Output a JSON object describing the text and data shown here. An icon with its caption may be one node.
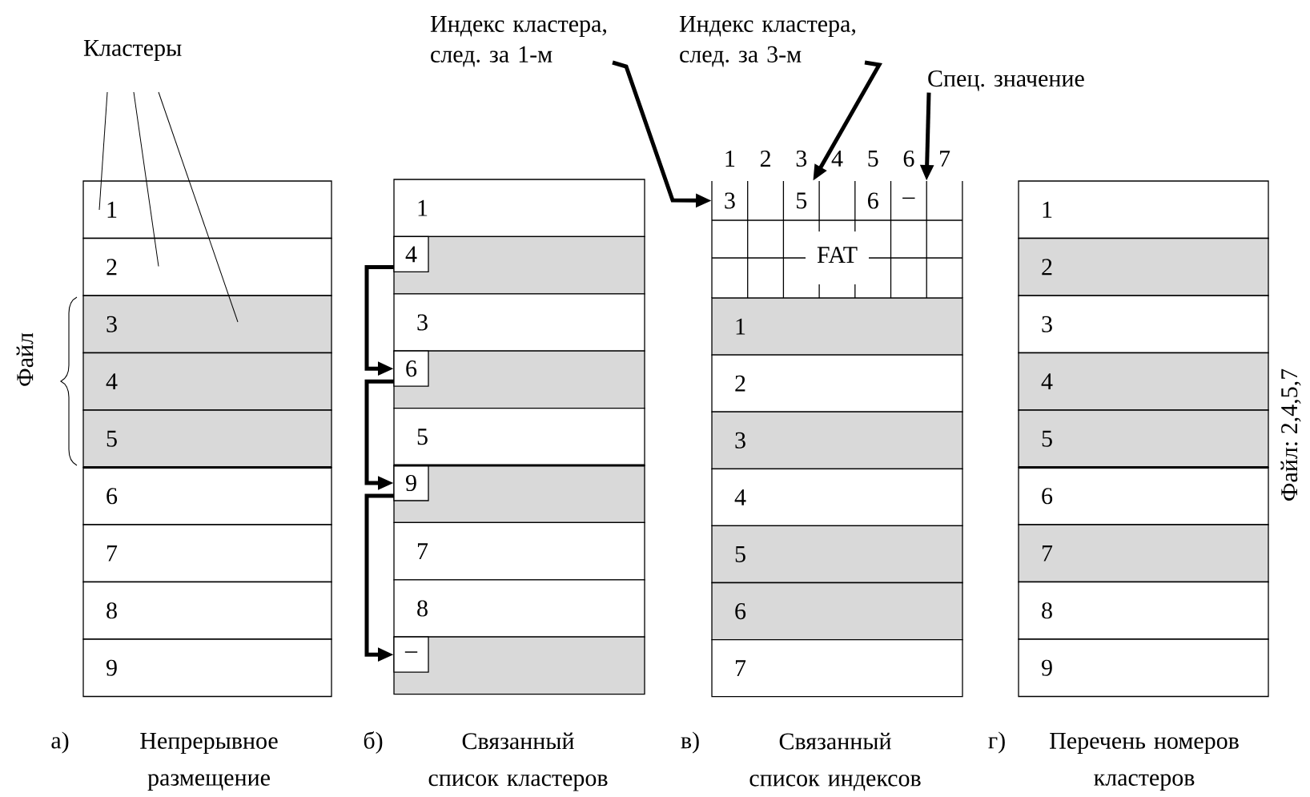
{
  "diagram": {
    "nodes": [
      {
        "text": [
          "Кластеры"
        ]
      },
      {
        "text": [
          "Индекс кластера, след. за 1-м"
        ]
      },
      {
        "text": [
          "Индекс кластера, след. за 3-м"
        ]
      },
      {
        "text": [
          "Спец. значение"
        ]
      },
      {
        "text": [
          "1"
        ]
      },
      {
        "text": [
          "2"
        ]
      },
      {
        "text": [
          "3"
        ]
      },
      {
        "text": [
          "4"
        ]
      },
      {
        "text": [
          "5"
        ]
      },
      {
        "text": [
          "6"
        ]
      },
      {
        "text": [
          "7"
        ]
      },
      {
        "text": [
          "8"
        ]
      },
      {
        "text": [
          "9"
        ]
      },
      {
        "text": [
          "1"
        ]
      },
      {
        "text": [],
        "shape": "box"
      },
      {
        "text": [
          "4"
        ],
        "in": 14
      },
      {
        "text": [
          "3"
        ]
      },
      {
        "text": [],
        "shape": "box"
      },
      {
        "text": [
          "6"
        ],
        "in": 17
      },
      {
        "text": [
          "5"
        ]
      },
      {
        "text": [],
        "shape": "box"
      },
      {
        "text": [
          "9"
        ],
        "in": 20
      },
      {
        "text": [
          "7"
        ]
      },
      {
        "text": [
          "8"
        ]
      },
      {
        "text": [],
        "shape": "box"
      },
      {
        "text": [
          "–"
        ],
        "in": 24
      },
      {
        "text": [
          "FAT"
        ]
      },
      {
        "text": [
          "3"
        ],
        "in": 26
      },
      {
        "text": [
          "5"
        ],
        "in": 26
      },
      {
        "text": [
          "6"
        ],
        "in": 26
      },
      {
        "text": [
          "–"
        ],
        "in": 26
      },
      {
        "text": [
          "1"
        ]
      },
      {
        "text": [
          "2"
        ]
      },
      {
        "text": [
          "3"
        ]
      },
      {
        "text": [
          "4"
        ]
      },
      {
        "text": [
          "5"
        ]
      },
      {
        "text": [
          "6"
        ]
      },
      {
        "text": [
          "7"
        ]
      },
      {
        "text": [
          "1"
        ]
      },
      {
        "text": [
          "2"
        ]
      },
      {
        "text": [
          "3"
        ]
      },
      {
        "text": [
          "4"
        ]
      },
      {
        "text": [
          "5"
        ]
      },
      {
        "text": [
          "6"
        ]
      },
      {
        "text": [
          "7"
        ]
      },
      {
        "text": [
          "8"
        ]
      },
      {
        "text": [
          "9"
        ]
      }
    ],
    "edges": [
      {
        "from": 0,
        "to": 4,
        "arrow": "none"
      },
      {
        "from": 0,
        "to": 5,
        "arrow": "none"
      },
      {
        "from": 0,
        "to": 6,
        "arrow": "none"
      },
      {
        "from": 1,
        "to": 27,
        "arrow": "to"
      },
      {
        "from": 2,
        "to": 28,
        "arrow": "to"
      },
      {
        "from": 3,
        "to": 30,
        "arrow": "to"
      },
      {
        "from": 15,
        "to": 18,
        "arrow": "to"
      },
      {
        "from": 18,
        "to": 21,
        "arrow": "to"
      },
      {
        "from": 21,
        "to": 25,
        "arrow": "to"
      }
    ],
    "labels": [
      "1",
      "2",
      "3",
      "4",
      "5",
      "6",
      "7",
      "Файл",
      "Файл: 2,4,5,7",
      "а)",
      "Непрерывное размещение",
      "б)",
      "Связанный список кластеров",
      "в)",
      "Связанный список индексов",
      "г)",
      "Перечень номеров кластеров"
    ]
  }
}
